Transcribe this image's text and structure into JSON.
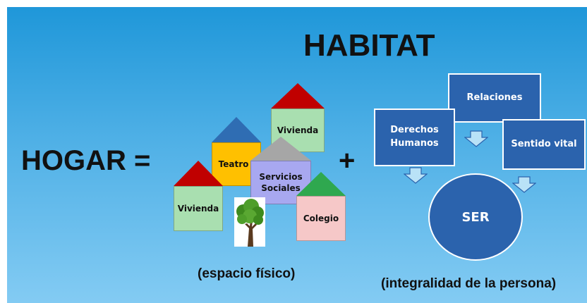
{
  "title": "HABITAT",
  "left_term": "HOGAR =",
  "plus": "+",
  "houses": {
    "teatro": "Teatro",
    "vivienda_top": "Vivienda",
    "servicios_1": "Servicios",
    "servicios_2": "Sociales",
    "vivienda_left": "Vivienda",
    "colegio": "Colegio"
  },
  "left_caption": "(espacio físico)",
  "boxes": {
    "relaciones": "Relaciones",
    "derechos_1": "Derechos",
    "derechos_2": "Humanos",
    "sentido": "Sentido vital"
  },
  "center": "SER",
  "right_caption": "(integralidad de la persona)",
  "colors": {
    "background_top": "#1f97d9",
    "background_bottom": "#83cbf3",
    "box_blue": "#2b63ad",
    "arrow_fill": "#b9e2f7",
    "roof_red": "#c00000",
    "roof_blue": "#2f6db3",
    "roof_gray": "#a6a6a6",
    "roof_green": "#2fa84f",
    "body_yellow": "#ffc000",
    "body_green": "#a9dfb0",
    "body_purple": "#a8a8f0",
    "body_pink": "#f6c8c8"
  },
  "icons": [
    "tree-icon",
    "down-arrow-icon"
  ]
}
